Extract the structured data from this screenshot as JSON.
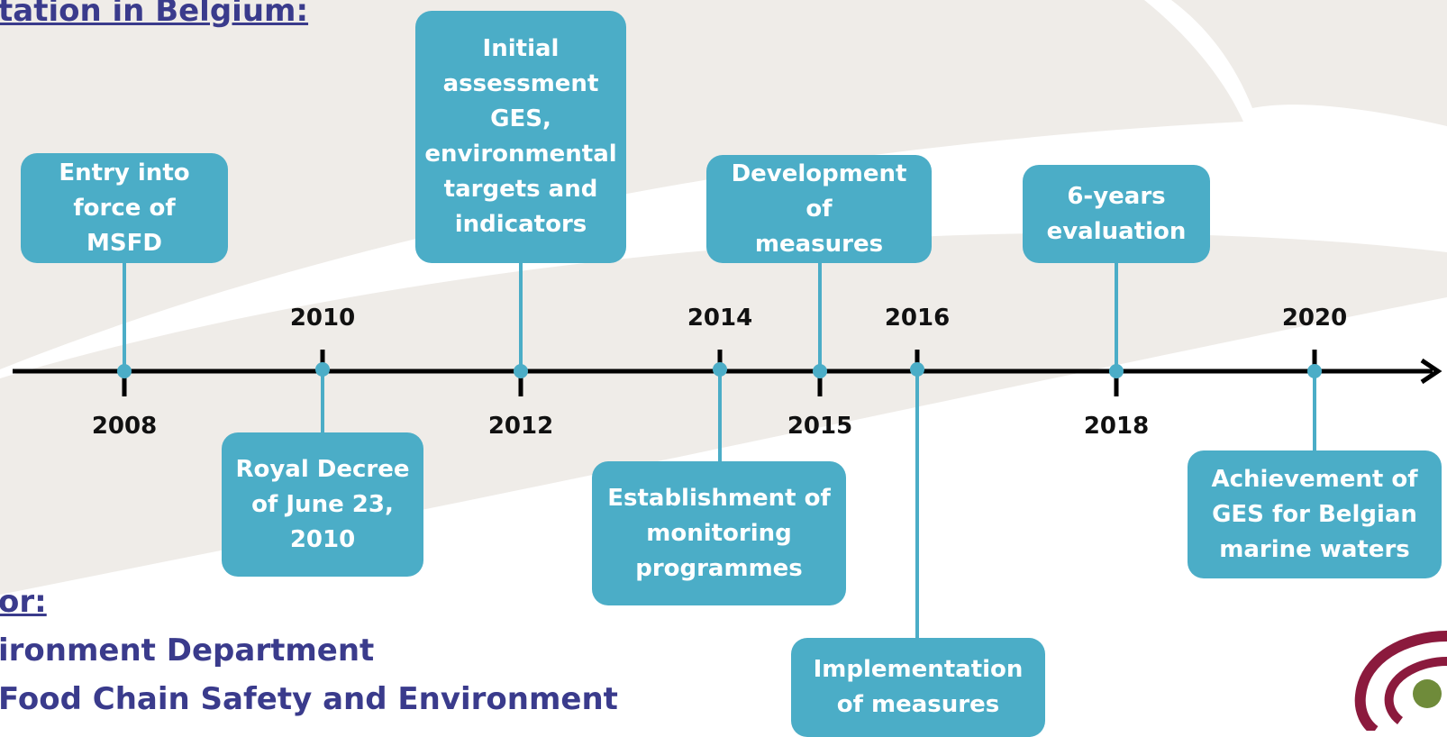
{
  "heading_top": "tation in Belgium:",
  "heading_bottom": "or:",
  "dept_line1": "ironment Department",
  "dept_line2": " Food Chain Safety and Environment",
  "colors": {
    "box": "#4badc7",
    "heading": "#3a3b8c",
    "axis": "#000000",
    "background_swoosh": "#efece8"
  },
  "years_top": [
    "2010",
    "2014",
    "2016",
    "2020"
  ],
  "years_bottom": [
    "2008",
    "2012",
    "2015",
    "2018"
  ],
  "events": [
    {
      "year": "2008",
      "label": "Entry into\nforce of MSFD"
    },
    {
      "year": "2010",
      "label": "Royal Decree\nof June 23,\n2010"
    },
    {
      "year": "2012",
      "label": "Initial\nassessment\nGES,\nenvironmental\ntargets and\nindicators"
    },
    {
      "year": "2014",
      "label": "Establishment of\nmonitoring\nprogrammes"
    },
    {
      "year": "2015",
      "label": "Development of\nmeasures"
    },
    {
      "year": "2016",
      "label": "Implementation\nof measures"
    },
    {
      "year": "2018",
      "label": "6-years\nevaluation"
    },
    {
      "year": "2020",
      "label": "Achievement of\nGES for Belgian\nmarine waters"
    }
  ]
}
